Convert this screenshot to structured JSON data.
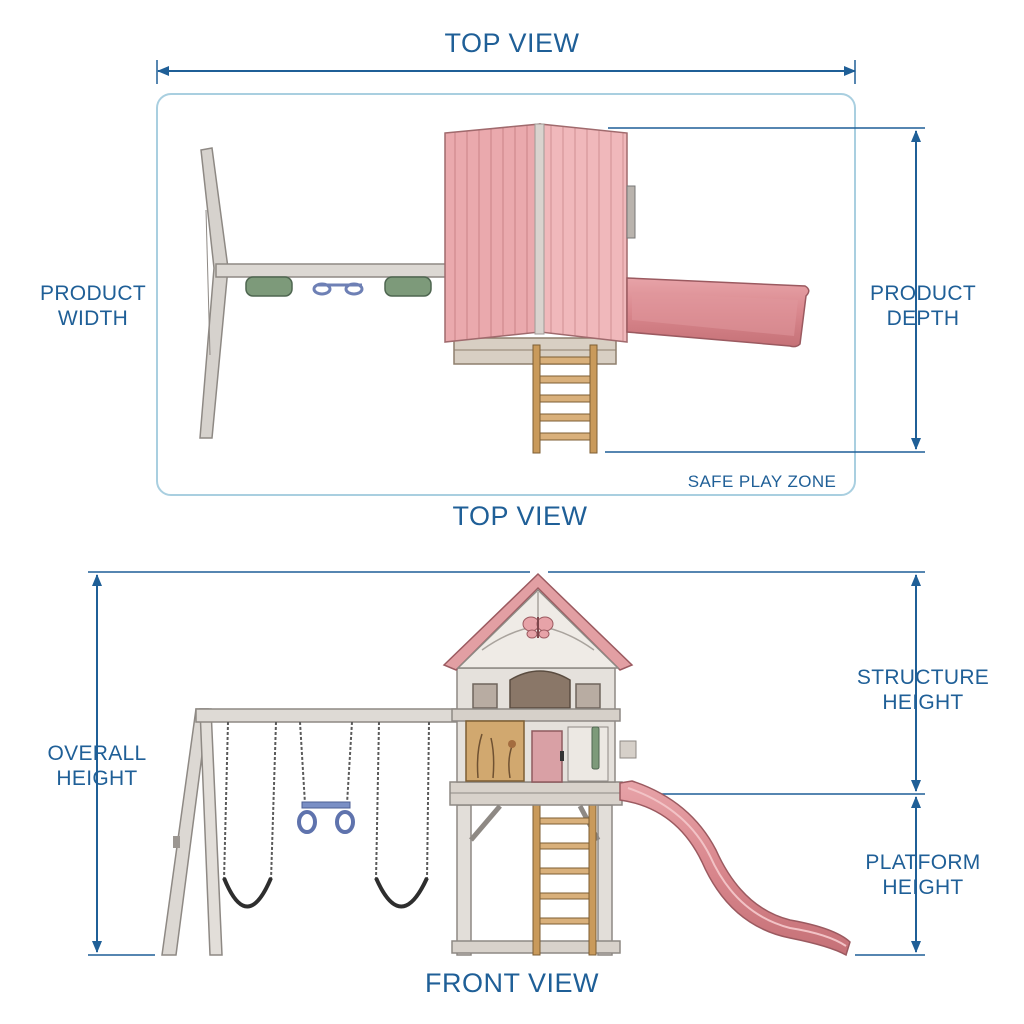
{
  "top_section": {
    "title": "TOP VIEW",
    "caption": "TOP VIEW",
    "width_label": "PRODUCT\nWIDTH",
    "depth_label": "PRODUCT\nDEPTH",
    "zone_label": "SAFE PLAY ZONE"
  },
  "front_section": {
    "caption": "FRONT VIEW",
    "overall_label": "OVERALL\nHEIGHT",
    "structure_label": "STRUCTURE\nHEIGHT",
    "platform_label": "PLATFORM\nHEIGHT"
  },
  "colors": {
    "dimension_blue": "#1f5f97",
    "zone_outline": "#a9cfe0",
    "roof_pink": "#e8a9ab",
    "slide_pink": "#d98a8f",
    "wood": "#c99a5b",
    "frame_gray": "#d7d3ce",
    "tire_green": "#7d9a7a",
    "trapeze_blue": "#7a8fc5"
  }
}
